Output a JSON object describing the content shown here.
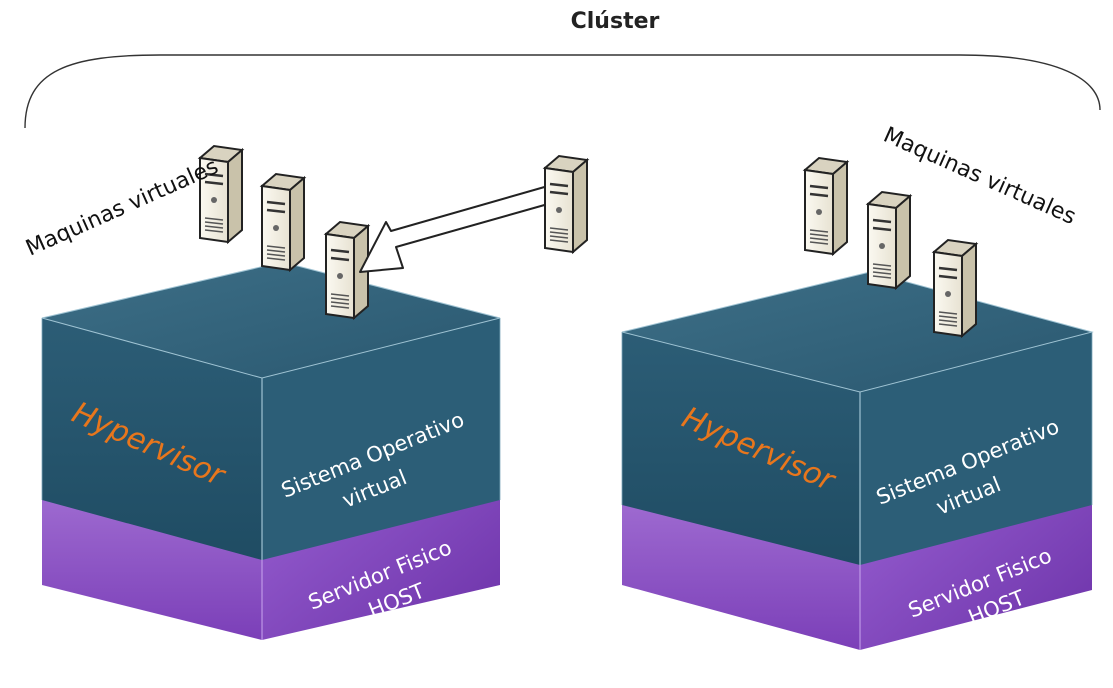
{
  "cluster": {
    "title": "Clúster"
  },
  "left_stack": {
    "vm_label": "Maquinas virtuales",
    "hypervisor": "Hypervisor",
    "os_line1": "Sistema Operativo",
    "os_line2": "virtual",
    "host_line1": "Servidor Fisico",
    "host_line2": "HOST"
  },
  "right_stack": {
    "vm_label": "Maquinas virtuales",
    "hypervisor": "Hypervisor",
    "os_line1": "Sistema Operativo",
    "os_line2": "virtual",
    "host_line1": "Servidor Fisico",
    "host_line2": "HOST"
  },
  "colors": {
    "hypervisor_text": "#e8761c",
    "hypervisor_layer": "#2f5f78",
    "host_layer": "#8a4fc4",
    "server_body": "#f2efe6",
    "white_text": "#ffffff"
  },
  "icons": [
    "server-icon",
    "migration-arrow-icon"
  ]
}
